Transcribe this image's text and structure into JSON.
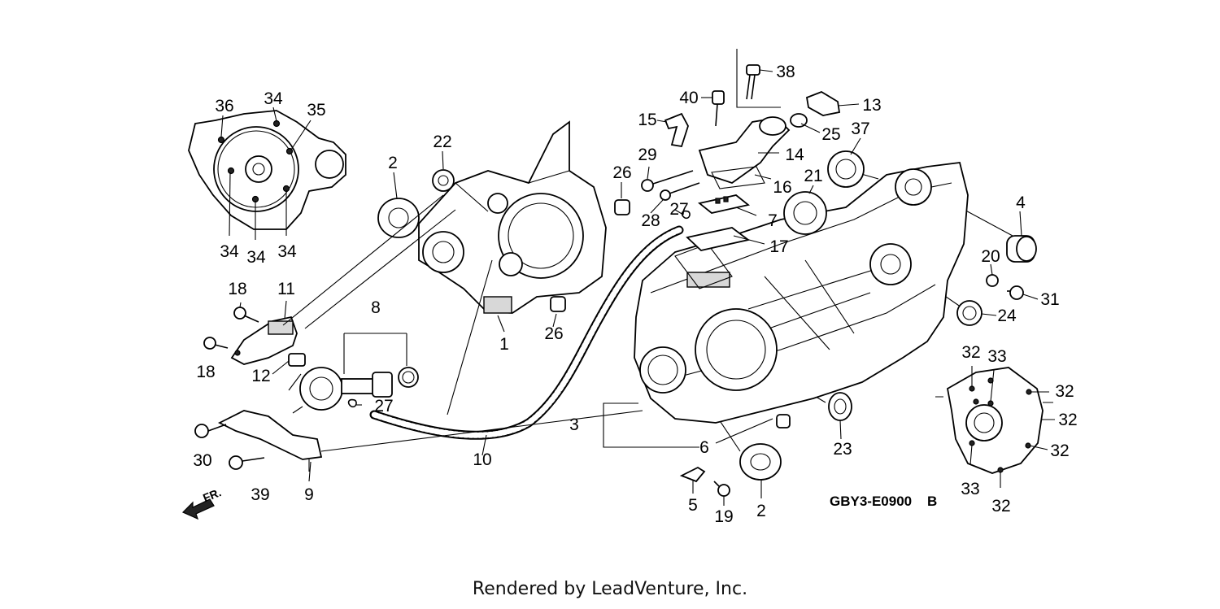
{
  "diagram": {
    "code": "GBY3-E0900",
    "code_suffix": "B",
    "front_marker": "FR.",
    "callouts": [
      "36",
      "34",
      "35",
      "34",
      "34",
      "34",
      "2",
      "22",
      "1",
      "26",
      "8",
      "18",
      "11",
      "12",
      "18",
      "27",
      "30",
      "39",
      "9",
      "10",
      "40",
      "38",
      "13",
      "15",
      "29",
      "26",
      "28",
      "27",
      "25",
      "14",
      "16",
      "7",
      "17",
      "21",
      "37",
      "4",
      "20",
      "31",
      "24",
      "3",
      "6",
      "23",
      "2",
      "5",
      "19",
      "32",
      "33",
      "32",
      "32",
      "32",
      "33",
      "32"
    ]
  },
  "footer": {
    "text": "Rendered by LeadVenture, Inc."
  }
}
